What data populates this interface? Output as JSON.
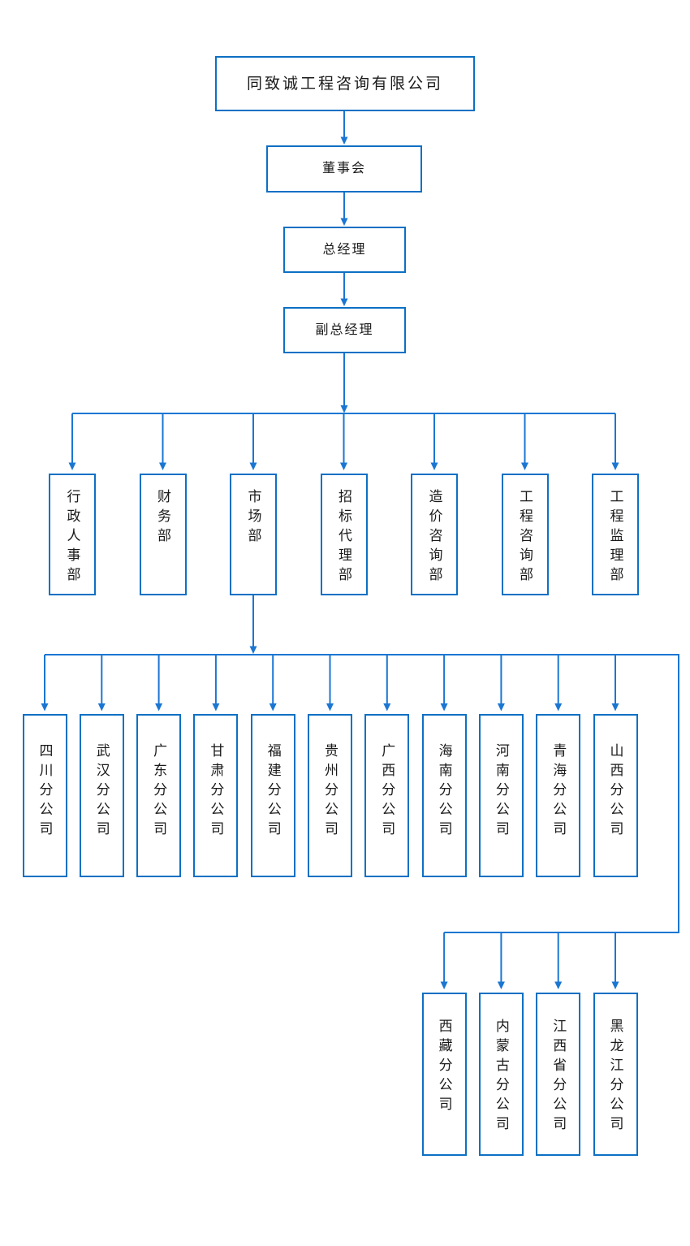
{
  "org": {
    "company": {
      "label": "同致诚工程咨询有限公司"
    },
    "board": {
      "label": "董事会"
    },
    "general_manager": {
      "label": "总经理"
    },
    "deputy_general_manager": {
      "label": "副总经理"
    },
    "departments": [
      {
        "label": "行政人事部"
      },
      {
        "label": "财务部"
      },
      {
        "label": "市场部"
      },
      {
        "label": "招标代理部"
      },
      {
        "label": "造价咨询部"
      },
      {
        "label": "工程咨询部"
      },
      {
        "label": "工程监理部"
      }
    ],
    "market_branches": [
      {
        "label": "四川分公司"
      },
      {
        "label": "武汉分公司"
      },
      {
        "label": "广东分公司"
      },
      {
        "label": "甘肃分公司"
      },
      {
        "label": "福建分公司"
      },
      {
        "label": "贵州分公司"
      },
      {
        "label": "广西分公司"
      },
      {
        "label": "海南分公司"
      },
      {
        "label": "河南分公司"
      },
      {
        "label": "青海分公司"
      },
      {
        "label": "山西分公司"
      }
    ],
    "overflow_branches": [
      {
        "label": "西藏分公司"
      },
      {
        "label": "内蒙古分公司"
      },
      {
        "label": "江西省分公司"
      },
      {
        "label": "黑龙江分公司"
      }
    ]
  },
  "colors": {
    "box_border": "#0d70c4",
    "connector": "#1b76d2",
    "text": "#1a1a1a",
    "background": "#ffffff"
  }
}
